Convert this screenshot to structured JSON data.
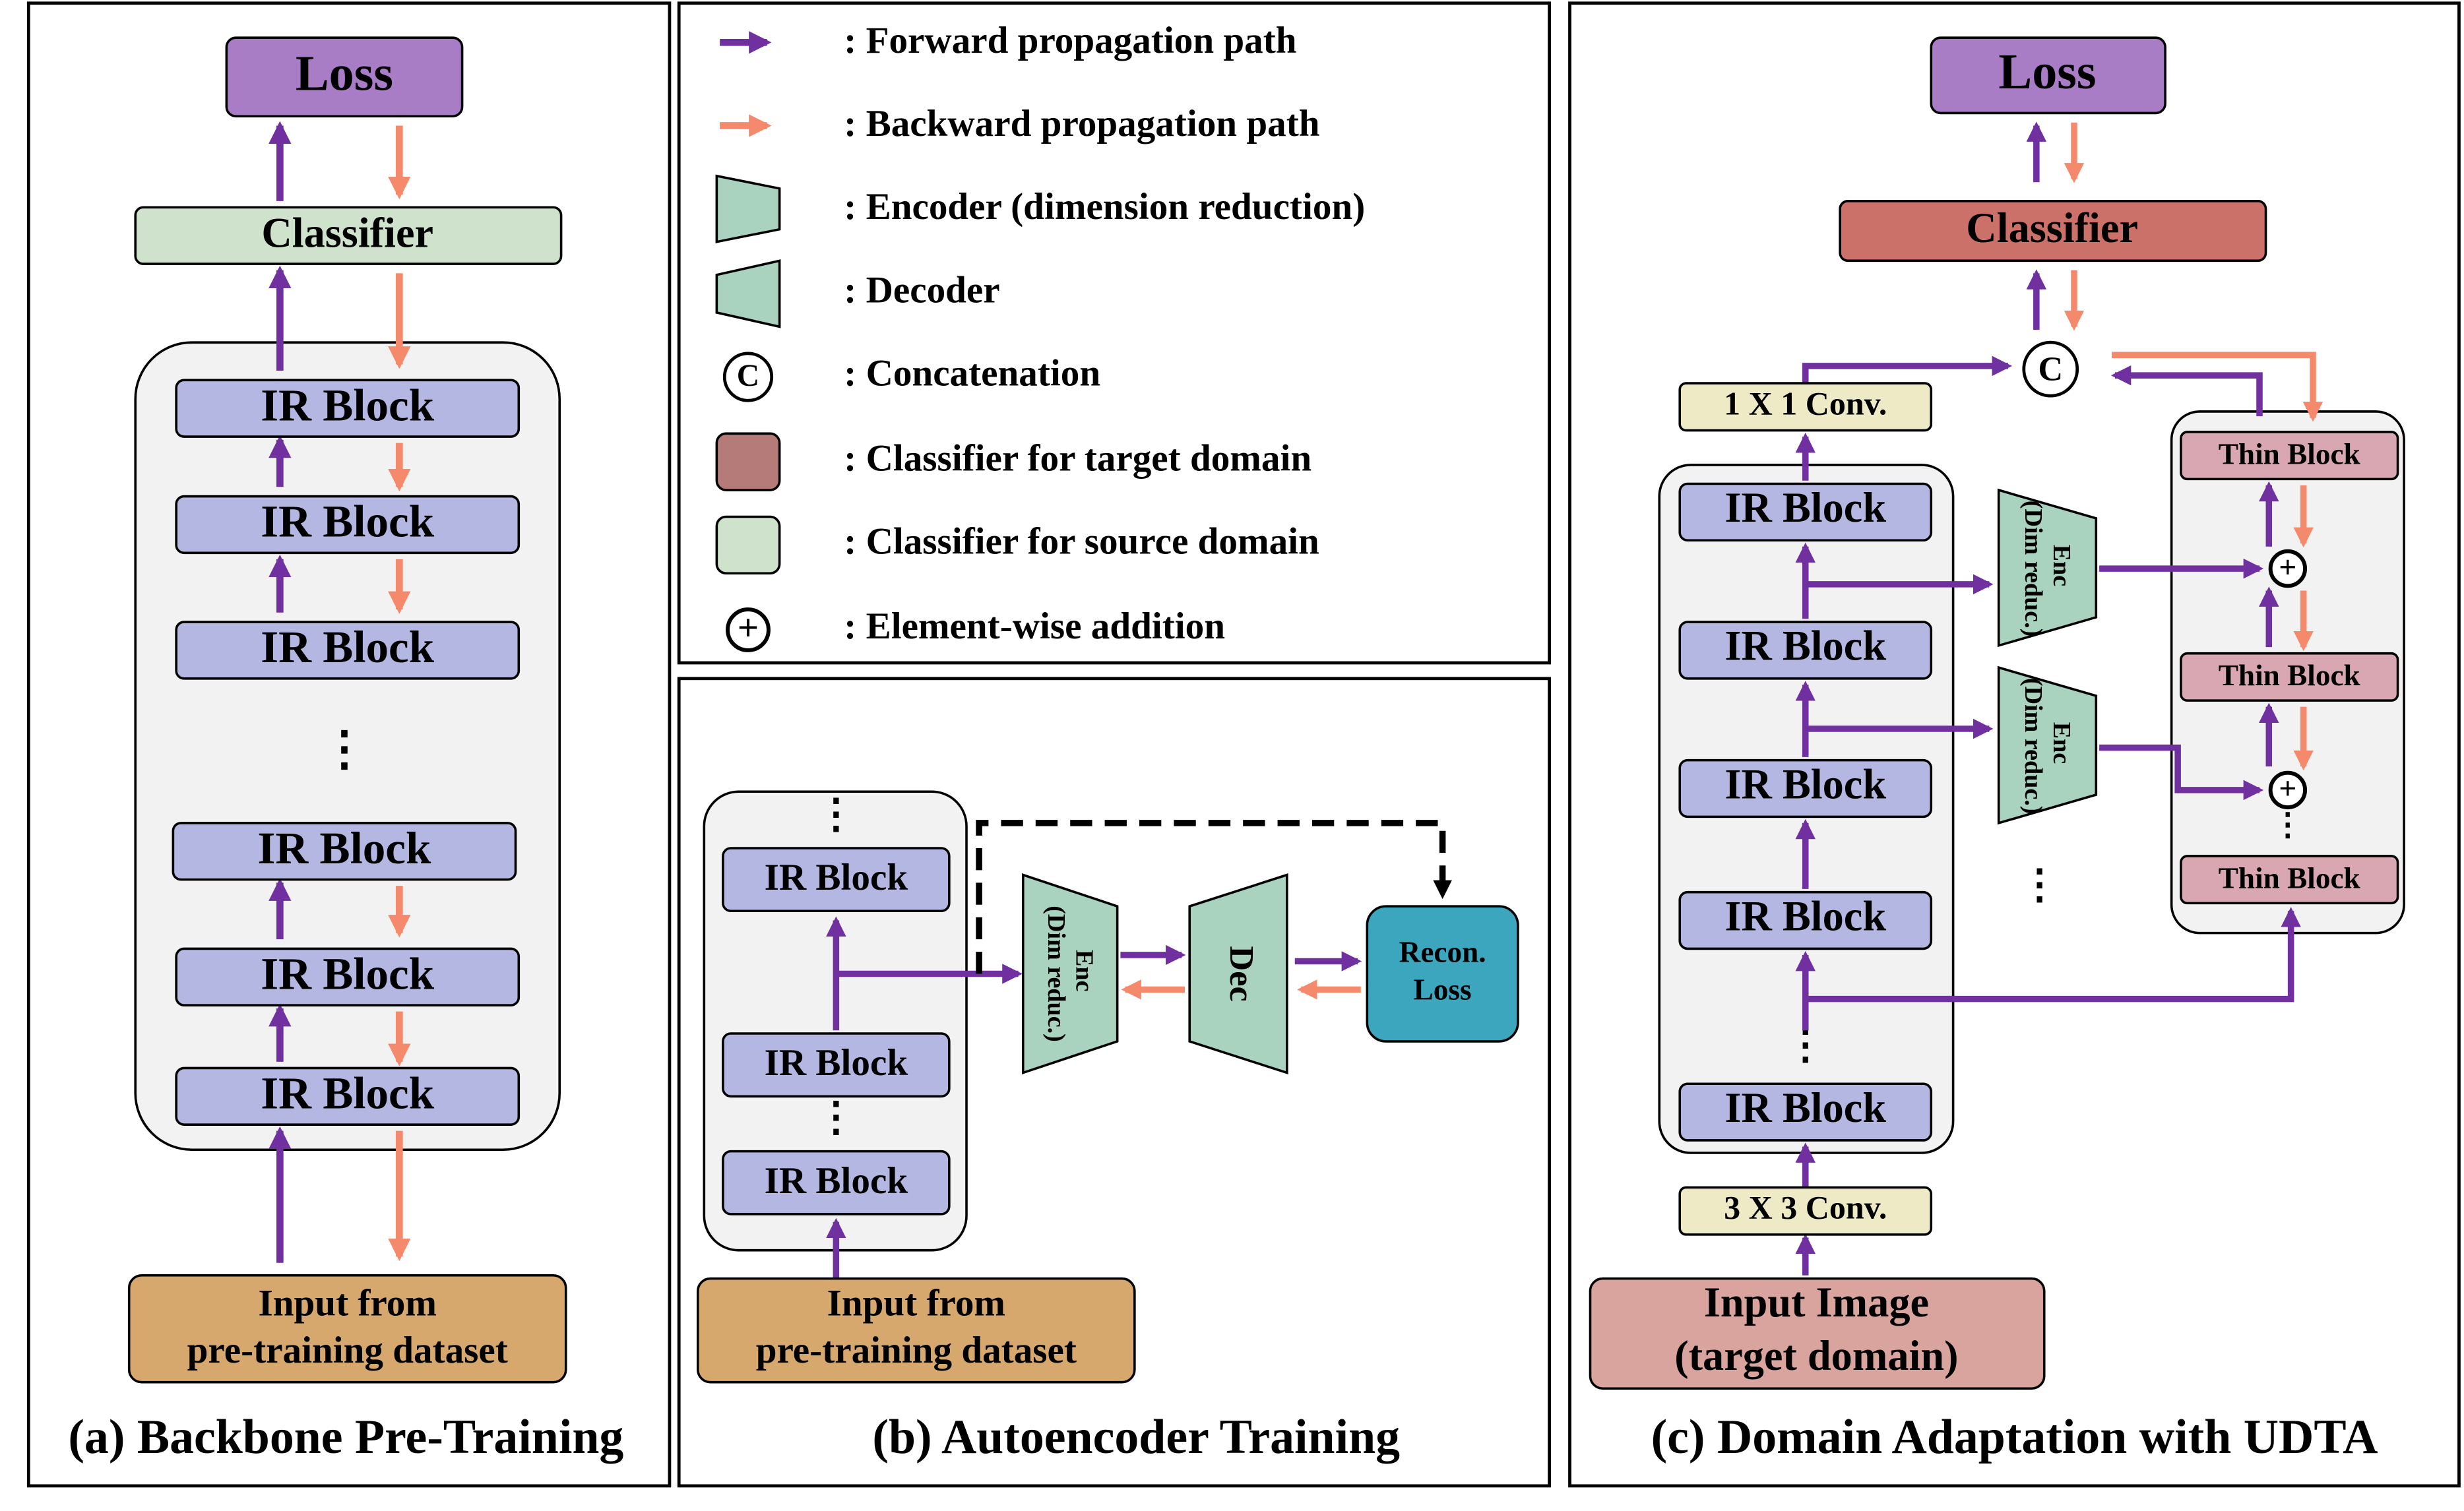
{
  "colors": {
    "forward": "#7030A0",
    "backward": "#F4896B",
    "loss": "#A97DC6",
    "classifier_source": "#CFE2CC",
    "classifier_target": "#CC7169",
    "ir_block": "#B3B7E2",
    "input_pretrain": "#D7A86E",
    "input_target": "#D9A39E",
    "conv": "#EEEAC6",
    "thin_block": "#D8A7B1",
    "enc_dec": "#A9D2BF",
    "recon_loss": "#3BA6BD",
    "container": "#F2F2F2"
  },
  "panel_a": {
    "loss": "Loss",
    "classifier": "Classifier",
    "ir_blocks": [
      "IR Block",
      "IR Block",
      "IR Block",
      "IR Block",
      "IR Block",
      "IR Block"
    ],
    "ellipsis": "⋮",
    "input_line1": "Input from",
    "input_line2": "pre-training dataset",
    "caption": "(a) Backbone Pre-Training"
  },
  "legend": {
    "items": [
      {
        "icon": "forward-arrow-icon",
        "text": ": Forward propagation path"
      },
      {
        "icon": "backward-arrow-icon",
        "text": ": Backward propagation path"
      },
      {
        "icon": "encoder-icon",
        "text": ": Encoder (dimension reduction)"
      },
      {
        "icon": "decoder-icon",
        "text": ": Decoder"
      },
      {
        "icon": "concat-icon",
        "text": ": Concatenation"
      },
      {
        "icon": "target-classifier-swatch-icon",
        "text": ": Classifier for target domain"
      },
      {
        "icon": "source-classifier-swatch-icon",
        "text": ": Classifier for source domain"
      },
      {
        "icon": "plus-circle-icon",
        "text": ": Element-wise addition"
      }
    ],
    "concat_symbol": "C",
    "plus_symbol": "+"
  },
  "panel_b": {
    "ir_blocks": [
      "IR Block",
      "IR Block",
      "IR Block"
    ],
    "enc_line1": "Enc",
    "enc_line2": "(Dim reduc.)",
    "dec": "Dec",
    "recon_line1": "Recon.",
    "recon_line2": "Loss",
    "input_line1": "Input from",
    "input_line2": "pre-training dataset",
    "caption": "(b) Autoencoder Training"
  },
  "panel_c": {
    "loss": "Loss",
    "classifier": "Classifier",
    "concat_symbol": "C",
    "conv1": "1 X 1 Conv.",
    "conv3": "3 X 3  Conv.",
    "ir_blocks": [
      "IR Block",
      "IR Block",
      "IR Block",
      "IR Block",
      "IR Block"
    ],
    "thin_blocks": [
      "Thin Block",
      "Thin Block",
      "Thin Block"
    ],
    "enc_line1": "Enc",
    "enc_line2": "(Dim reduc.)",
    "plus_symbol": "+",
    "input_line1": "Input Image",
    "input_line2": "(target domain)",
    "caption": "(c) Domain Adaptation with UDTA"
  }
}
